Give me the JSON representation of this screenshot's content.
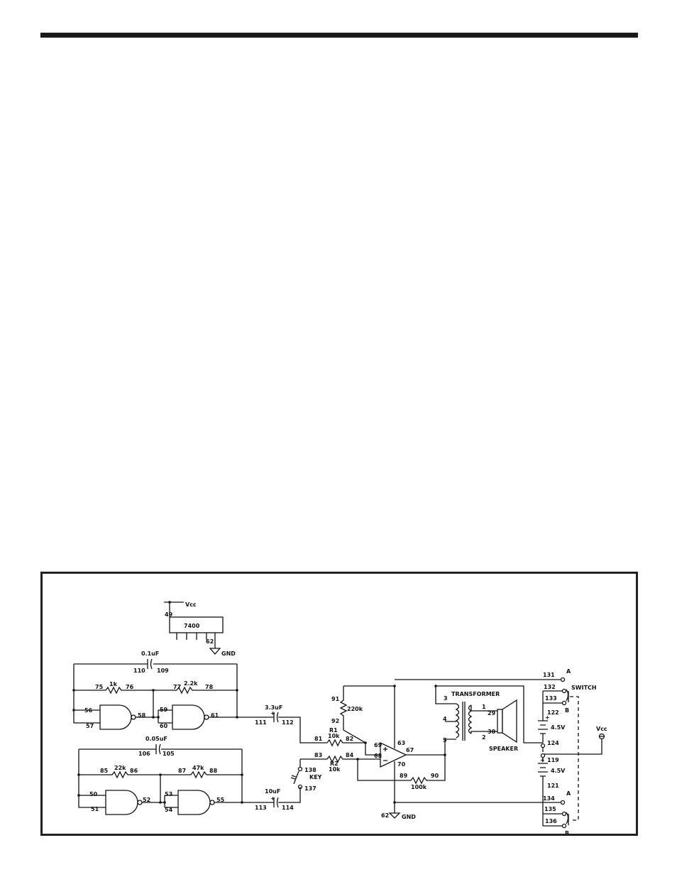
{
  "schematic": {
    "supply": {
      "vcc": "Vcc",
      "gnd": "GND",
      "chip": "7400",
      "pin_vcc": "49",
      "pin_gnd": "62"
    },
    "osc1": {
      "cap": "0.1uF",
      "cap_l": "110",
      "cap_r": "109",
      "r1": "1k",
      "r1_l": "75",
      "r1_r": "76",
      "r2": "2.2k",
      "r2_l": "77",
      "r2_r": "78",
      "g1_a": "56",
      "g1_b": "57",
      "g1_out": "58",
      "g2_a": "59",
      "g2_b": "60",
      "g2_out": "61"
    },
    "osc2": {
      "cap": "0.05uF",
      "cap_l": "106",
      "cap_r": "105",
      "r1": "22k",
      "r1_l": "85",
      "r1_r": "86",
      "r2": "47k",
      "r2_l": "87",
      "r2_r": "88",
      "g1_a": "50",
      "g1_b": "51",
      "g1_out": "52",
      "g2_a": "53",
      "g2_b": "54",
      "g2_out": "55"
    },
    "coupling": {
      "c1": "3.3uF",
      "c1_l": "111",
      "c1_r": "112",
      "c2": "10uF",
      "c2_l": "113",
      "c2_r": "114",
      "plus": "+"
    },
    "key": {
      "label": "KEY",
      "p1": "138",
      "p2": "137"
    },
    "mixer": {
      "r1_name": "R1",
      "r1_val": "10k",
      "r1_l": "81",
      "r1_r": "82",
      "r2_name": "R2",
      "r2_val": "10k",
      "r2_l": "83",
      "r2_r": "84",
      "rb_val": "220k",
      "rb_t": "91",
      "rb_b": "92",
      "rf_val": "100k",
      "rf_l": "89",
      "rf_r": "90"
    },
    "amp": {
      "in_a": "69",
      "in_b": "68",
      "out": "67",
      "pwr": "63",
      "gnd": "70",
      "gnd_pin": "62",
      "gnd_label": "GND"
    },
    "transformer": {
      "label": "TRANSFORMER",
      "p3": "3",
      "p4": "4",
      "p5": "5",
      "p1": "1",
      "p2": "2"
    },
    "speaker": {
      "label": "SPEAKER",
      "p29": "29",
      "p30": "30"
    },
    "batteries": {
      "volt": "4.5V",
      "plus": "+",
      "b1_top": "122",
      "b1_bot": "124",
      "b2_top": "119",
      "b2_bot": "121"
    },
    "switch": {
      "label": "SWITCH",
      "a": "A",
      "b": "B",
      "t1": "131",
      "t2": "132",
      "t3": "133",
      "t4": "134",
      "t5": "135",
      "t6": "136"
    },
    "vcc_out": "Vcc"
  }
}
